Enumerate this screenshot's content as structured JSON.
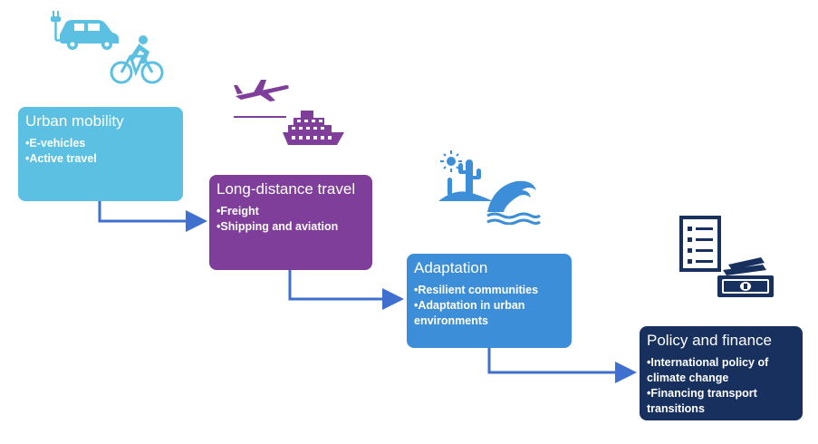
{
  "colors": {
    "urban": "#5bc0e1",
    "longdistance": "#7e3e99",
    "adaptation": "#3d8ed8",
    "policy": "#17305e",
    "arrow": "#3f6fcf"
  },
  "stages": [
    {
      "title": "Urban mobility",
      "items": [
        "E-vehicles",
        "Active travel"
      ],
      "icons": [
        "electric-car-icon",
        "bicycle-icon"
      ]
    },
    {
      "title": "Long-distance travel",
      "items": [
        "Freight",
        "Shipping and aviation"
      ],
      "icons": [
        "airplane-icon",
        "cruise-ship-icon"
      ]
    },
    {
      "title": "Adaptation",
      "items": [
        "Resilient communities",
        "Adaptation in urban environments"
      ],
      "icons": [
        "desert-cactus-icon",
        "wave-icon"
      ]
    },
    {
      "title": "Policy and finance",
      "items": [
        "International policy of climate change",
        "Financing transport transitions"
      ],
      "icons": [
        "checklist-document-icon",
        "banknotes-icon"
      ]
    }
  ]
}
